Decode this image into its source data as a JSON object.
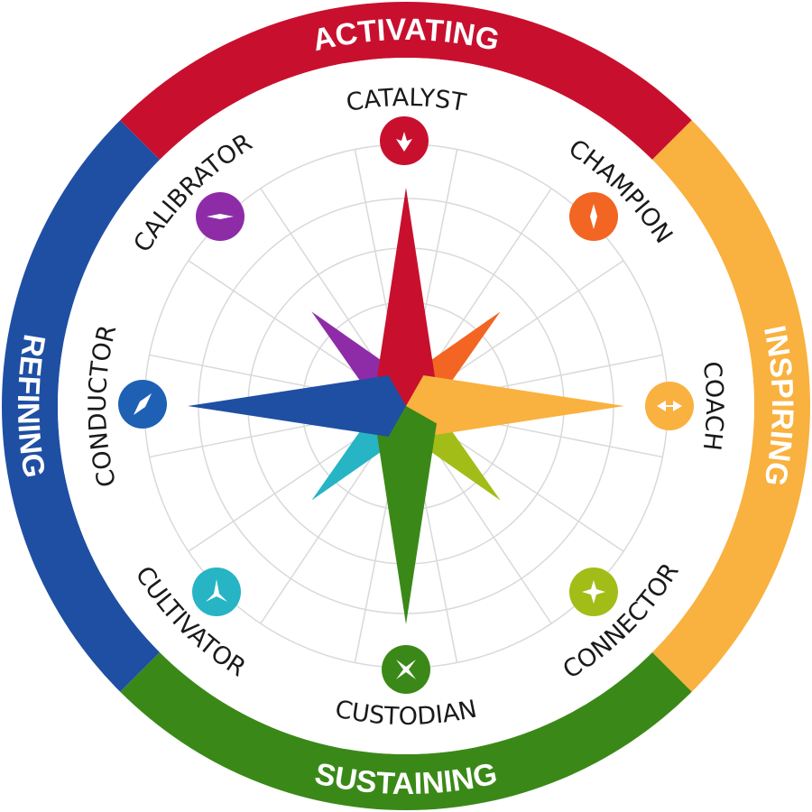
{
  "quadrants": [
    {
      "id": "activating",
      "label": "ACTIVATING",
      "color": "#C8102E"
    },
    {
      "id": "inspiring",
      "label": "INSPIRING",
      "color": "#F9B13F"
    },
    {
      "id": "sustaining",
      "label": "SUSTAINING",
      "color": "#3A8918"
    },
    {
      "id": "refining",
      "label": "REFINING",
      "color": "#1E4FA3"
    }
  ],
  "roles": [
    {
      "id": "catalyst",
      "label": "CATALYST",
      "color": "#C8102E",
      "icon": "arrow-down-icon"
    },
    {
      "id": "champion",
      "label": "CHAMPION",
      "color": "#F26522",
      "icon": "vertical-diamond-icon"
    },
    {
      "id": "coach",
      "label": "COACH",
      "color": "#F9B13F",
      "icon": "arrows-converge-icon"
    },
    {
      "id": "connector",
      "label": "CONNECTOR",
      "color": "#A2BD18",
      "icon": "four-point-star-icon"
    },
    {
      "id": "custodian",
      "label": "CUSTODIAN",
      "color": "#3A8918",
      "icon": "x-cross-icon"
    },
    {
      "id": "cultivator",
      "label": "CULTIVATOR",
      "color": "#27B4C4",
      "icon": "tri-blade-icon"
    },
    {
      "id": "conductor",
      "label": "CONDUCTOR",
      "color": "#1E60B4",
      "icon": "diagonal-needle-icon"
    },
    {
      "id": "calibrator",
      "label": "CALIBRATOR",
      "color": "#8E2CA8",
      "icon": "horizontal-diamond-icon"
    }
  ],
  "compass_points": [
    {
      "role": "catalyst",
      "color": "#C8102E"
    },
    {
      "role": "champion",
      "color": "#F26522"
    },
    {
      "role": "coach",
      "color": "#F9B13F"
    },
    {
      "role": "connector",
      "color": "#A2BD18"
    },
    {
      "role": "custodian",
      "color": "#3A8918"
    },
    {
      "role": "cultivator",
      "color": "#27B4C4"
    },
    {
      "role": "conductor",
      "color": "#1E4FA3"
    },
    {
      "role": "calibrator",
      "color": "#8E2CA8"
    }
  ]
}
